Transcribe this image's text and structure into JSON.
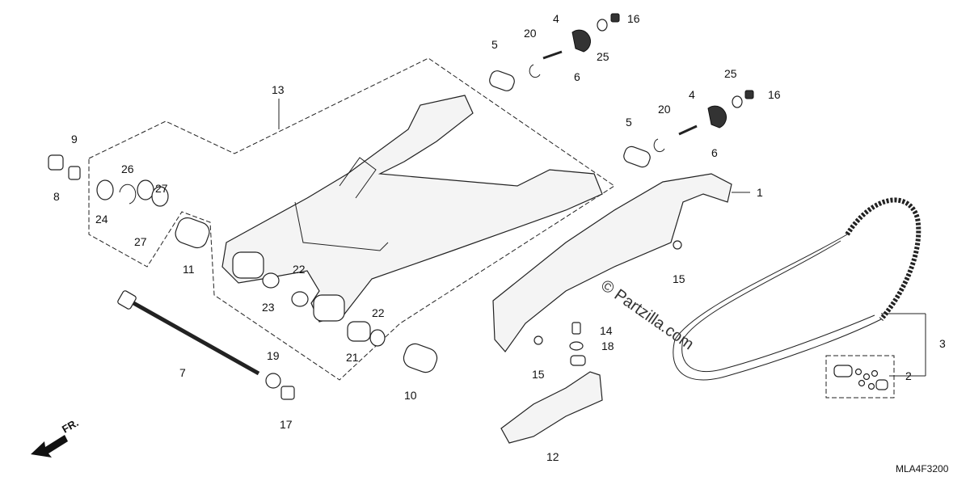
{
  "labels": {
    "p1": "1",
    "p2": "2",
    "p3": "3",
    "p4a": "4",
    "p4b": "4",
    "p5a": "5",
    "p5b": "5",
    "p6a": "6",
    "p6b": "6",
    "p7": "7",
    "p8": "8",
    "p9": "9",
    "p10": "10",
    "p11": "11",
    "p12": "12",
    "p13": "13",
    "p14": "14",
    "p15a": "15",
    "p15b": "15",
    "p16a": "16",
    "p16b": "16",
    "p17": "17",
    "p18": "18",
    "p19": "19",
    "p20a": "20",
    "p20b": "20",
    "p21": "21",
    "p22a": "22",
    "p22b": "22",
    "p23": "23",
    "p24": "24",
    "p25a": "25",
    "p25b": "25",
    "p26": "26",
    "p27a": "27",
    "p27b": "27"
  },
  "watermark": "© Partzilla.com",
  "front_indicator": "FR.",
  "diagram_code": "MLA4F3200"
}
